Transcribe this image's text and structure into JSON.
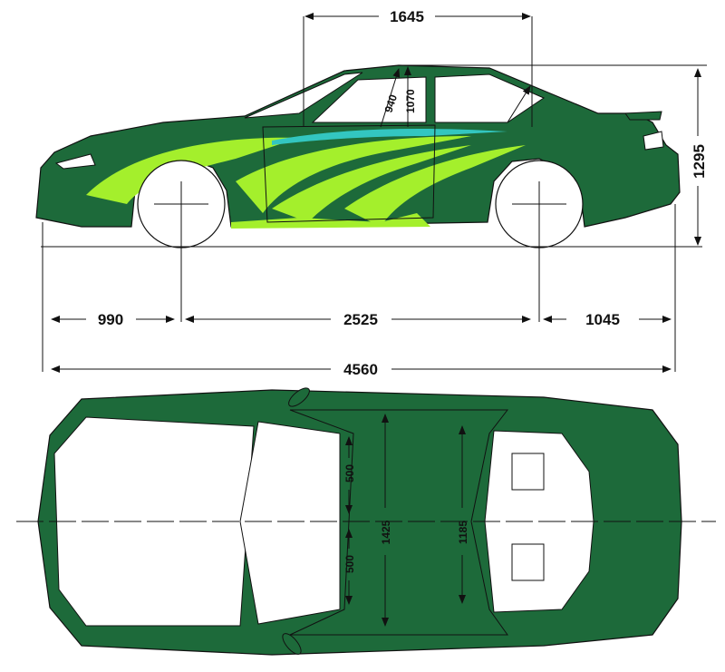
{
  "colors": {
    "body_green": "#1d6a3a",
    "graphic_lime": "#a4ef2c",
    "graphic_cyan": "#33c6c0",
    "line": "#111111"
  },
  "side_view": {
    "dimensions": {
      "wheel_arch_span": "1645",
      "headroom_rear": "940",
      "headroom_front": "1070",
      "height": "1295",
      "front_overhang": "990",
      "wheelbase": "2525",
      "rear_overhang": "1045",
      "length": "4560"
    }
  },
  "top_view": {
    "dimensions": {
      "front_seat_width_left": "500",
      "front_seat_width_right": "500",
      "shoulder_width": "1425",
      "interior_width": "1185"
    }
  }
}
